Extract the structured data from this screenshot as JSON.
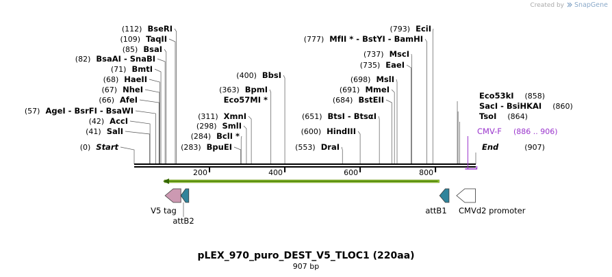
{
  "header": {
    "credit_prefix": "Created by",
    "credit_brand": "SnapGene"
  },
  "map": {
    "title": "pLEX_970_puro_DEST_V5_TLOC1 (220aa)",
    "length_label": "907 bp",
    "total_bp": 907,
    "ticks": [
      200,
      400,
      600,
      800
    ],
    "colors": {
      "backbone": "#000000",
      "primer": "#9933cc",
      "orf": "#99cc33",
      "orf_arrow": "#336600",
      "v5_tag": "#cc99b2",
      "att": "#31849b",
      "promoter": "#ffffff"
    },
    "sites": [
      {
        "name": "Start",
        "pos": 0,
        "pos_label": "(0)",
        "italic": true
      },
      {
        "name": "SalI",
        "pos": 41,
        "pos_label": "(41)"
      },
      {
        "name": "AccI",
        "pos": 42,
        "pos_label": "(42)"
      },
      {
        "name": "AgeI  -  BsrFI  -  BsaWI",
        "pos": 57,
        "pos_label": "(57)"
      },
      {
        "name": "AfeI",
        "pos": 66,
        "pos_label": "(66)"
      },
      {
        "name": "NheI",
        "pos": 67,
        "pos_label": "(67)"
      },
      {
        "name": "HaeII",
        "pos": 68,
        "pos_label": "(68)"
      },
      {
        "name": "BmtI",
        "pos": 71,
        "pos_label": "(71)"
      },
      {
        "name": "BsaAI  -  SnaBI",
        "pos": 82,
        "pos_label": "(82)"
      },
      {
        "name": "BsaI",
        "pos": 85,
        "pos_label": "(85)"
      },
      {
        "name": "TaqII",
        "pos": 109,
        "pos_label": "(109)"
      },
      {
        "name": "BseRI",
        "pos": 112,
        "pos_label": "(112)"
      },
      {
        "name": "BpuEI",
        "pos": 283,
        "pos_label": "(283)"
      },
      {
        "name": "BclI *",
        "pos": 284,
        "pos_label": "(284)"
      },
      {
        "name": "SmlI",
        "pos": 298,
        "pos_label": "(298)"
      },
      {
        "name": "XmnI",
        "pos": 311,
        "pos_label": "(311)"
      },
      {
        "name": "Eco57MI *",
        "pos": 363,
        "pos_label": ""
      },
      {
        "name": "BpmI",
        "pos": 363,
        "pos_label": "(363)"
      },
      {
        "name": "BbsI",
        "pos": 400,
        "pos_label": "(400)"
      },
      {
        "name": "DraI",
        "pos": 553,
        "pos_label": "(553)"
      },
      {
        "name": "HindIII",
        "pos": 600,
        "pos_label": "(600)"
      },
      {
        "name": "BtsI  -  BtsαI",
        "pos": 651,
        "pos_label": "(651)"
      },
      {
        "name": "BstEII",
        "pos": 684,
        "pos_label": "(684)"
      },
      {
        "name": "MmeI",
        "pos": 691,
        "pos_label": "(691)"
      },
      {
        "name": "MslI",
        "pos": 698,
        "pos_label": "(698)"
      },
      {
        "name": "EaeI",
        "pos": 735,
        "pos_label": "(735)"
      },
      {
        "name": "MscI",
        "pos": 737,
        "pos_label": "(737)"
      },
      {
        "name": "MfII *  -  BstYI  -  BamHI",
        "pos": 777,
        "pos_label": "(777)"
      },
      {
        "name": "EciI",
        "pos": 793,
        "pos_label": "(793)"
      },
      {
        "name": "End",
        "pos": 907,
        "pos_label": "(907)",
        "italic": true
      },
      {
        "name": "TsoI",
        "pos": 864,
        "pos_label": "(864)"
      },
      {
        "name": "SacI  -  BsiHKAI",
        "pos": 860,
        "pos_label": "(860)"
      },
      {
        "name": "Eco53kI",
        "pos": 858,
        "pos_label": "(858)"
      }
    ],
    "primer": {
      "name": "CMV-F",
      "range_label": "(886 .. 906)",
      "start": 886,
      "end": 906
    },
    "orf": {
      "start": 80,
      "end": 810,
      "direction": "reverse"
    },
    "features": [
      {
        "name": "V5 tag",
        "start": 82,
        "end": 124,
        "direction": "reverse"
      },
      {
        "name": "attB2",
        "start": 124,
        "end": 145,
        "direction": "reverse"
      },
      {
        "name": "attB1",
        "start": 811,
        "end": 836,
        "direction": "reverse"
      },
      {
        "name": "CMVd2 promoter",
        "start": 856,
        "end": 906,
        "direction": "reverse"
      }
    ]
  }
}
